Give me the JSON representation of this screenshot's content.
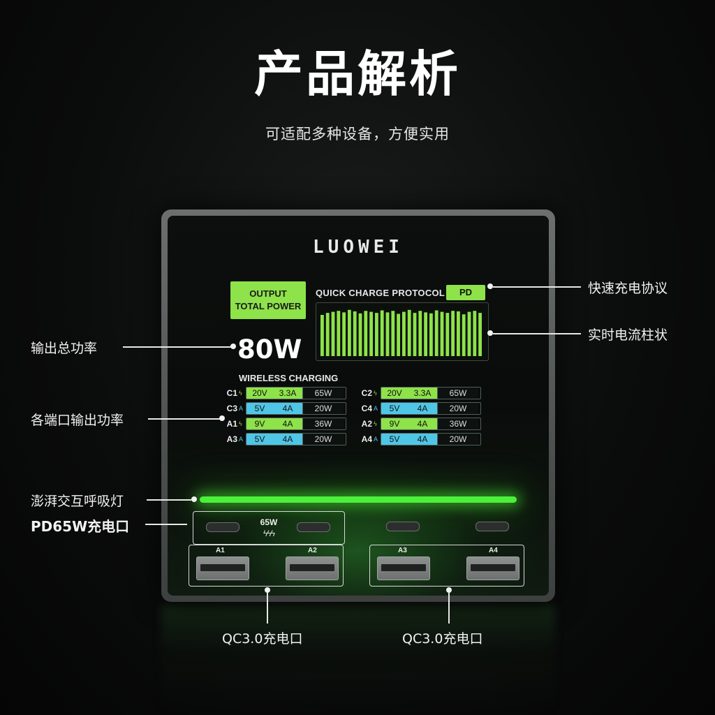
{
  "title": "产品解析",
  "subtitle": "可适配多种设备，方便实用",
  "device": {
    "logo": "LUOWEI",
    "output_total_power_line1": "OUTPUT",
    "output_total_power_line2": "TOTAL POWER",
    "total_watts": "80W",
    "quick_charge_label": "QUICK CHARGE PROTOCOL",
    "protocol": "PD",
    "wireless_label": "WIRELESS CHARGING",
    "current_bars": [
      0.82,
      0.86,
      0.88,
      0.9,
      0.87,
      0.92,
      0.89,
      0.85,
      0.9,
      0.88,
      0.86,
      0.91,
      0.87,
      0.9,
      0.84,
      0.88,
      0.92,
      0.86,
      0.9,
      0.87,
      0.85,
      0.91,
      0.88,
      0.86,
      0.9,
      0.89,
      0.83,
      0.88,
      0.9,
      0.86
    ],
    "ports_left": [
      {
        "name": "C1",
        "mode": "fast",
        "voltage": "20V",
        "current": "3.3A",
        "power": "65W"
      },
      {
        "name": "C3",
        "mode": "normal",
        "voltage": "5V",
        "current": "4A",
        "power": "20W"
      },
      {
        "name": "A1",
        "mode": "fast",
        "voltage": "9V",
        "current": "4A",
        "power": "36W"
      },
      {
        "name": "A3",
        "mode": "normal",
        "voltage": "5V",
        "current": "4A",
        "power": "20W"
      }
    ],
    "ports_right": [
      {
        "name": "C2",
        "mode": "fast",
        "voltage": "20V",
        "current": "3.3A",
        "power": "65W"
      },
      {
        "name": "C4",
        "mode": "normal",
        "voltage": "5V",
        "current": "4A",
        "power": "20W"
      },
      {
        "name": "A2",
        "mode": "fast",
        "voltage": "9V",
        "current": "4A",
        "power": "36W"
      },
      {
        "name": "A4",
        "mode": "normal",
        "voltage": "5V",
        "current": "4A",
        "power": "20W"
      }
    ],
    "pd_port_label": "65W",
    "pd_bolt": "ϟϟϟ",
    "usb_a_labels": [
      "A1",
      "A2",
      "A3",
      "A4"
    ]
  },
  "callouts": {
    "fast_protocol": "快速充电协议",
    "realtime_current": "实时电流柱状",
    "total_power": "输出总功率",
    "port_power": "各端口输出功率",
    "breathing_light": "澎湃交互呼吸灯",
    "pd65": "PD65W充电口",
    "qc_left": "QC3.0充电口",
    "qc_right": "QC3.0充电口"
  },
  "colors": {
    "fast_green": "#8ee24a",
    "normal_cyan": "#4fc6e6",
    "glow_green": "#4cf03a"
  }
}
